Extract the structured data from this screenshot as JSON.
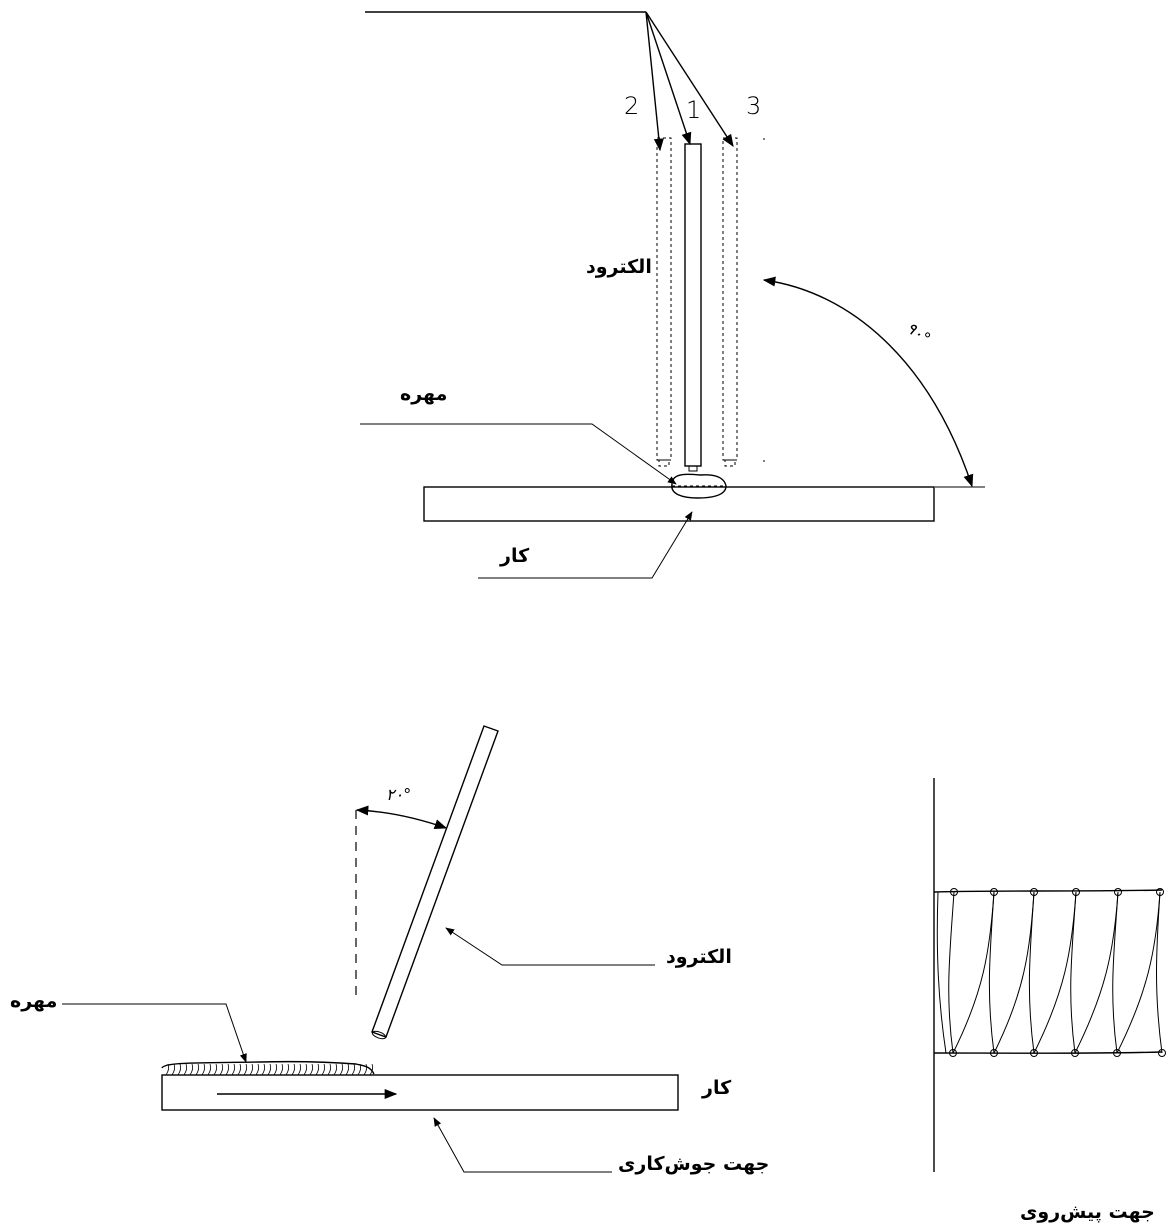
{
  "top_view": {
    "positions": [
      "2",
      "1",
      "3"
    ],
    "electrode_label": "الکترود",
    "bead_label": "مهره",
    "work_label": "کار",
    "angle_label": "۹۰°"
  },
  "side_view": {
    "angle_label": "۲۰°",
    "electrode_label": "الکترود",
    "bead_label": "مهره",
    "work_label": "کار",
    "welding_direction_label": "جهت جوش‌کاری"
  },
  "weave_pattern": {
    "advance_direction_label": "جهت پیش‌روی"
  }
}
